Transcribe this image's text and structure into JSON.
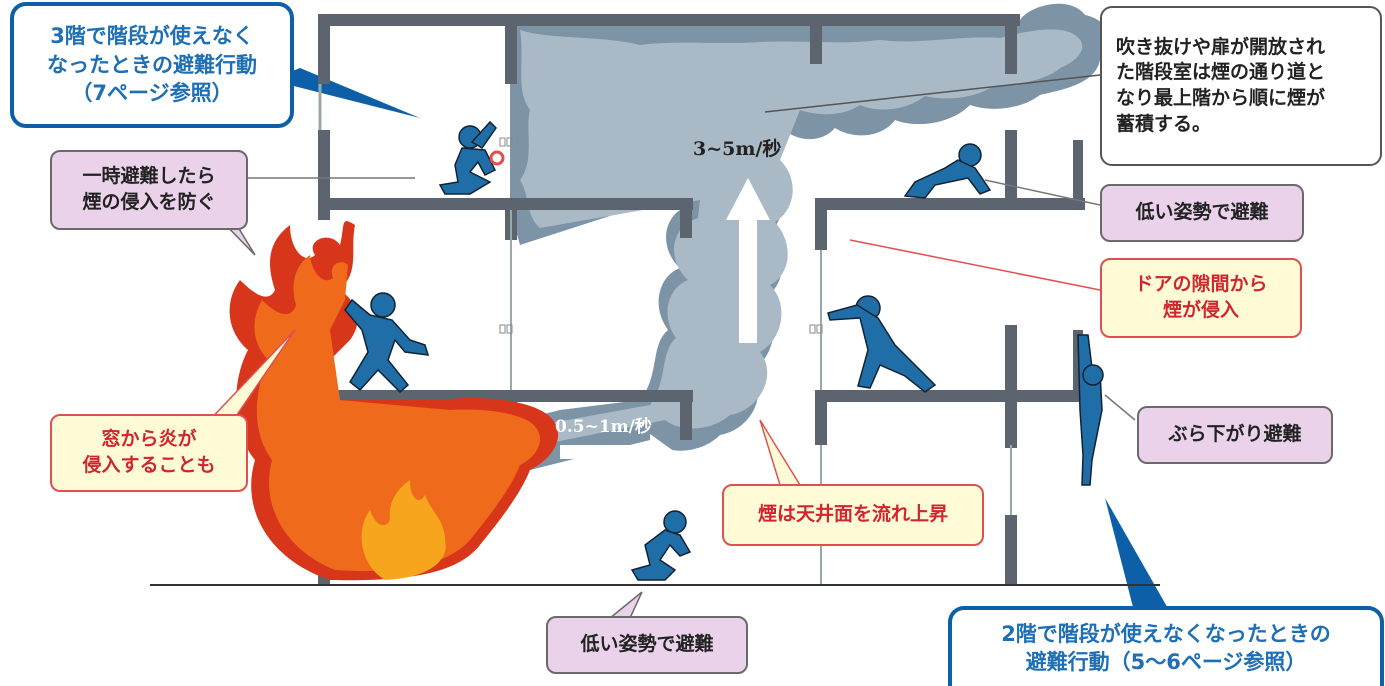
{
  "speeds": {
    "vertical": "3~5m/秒",
    "horizontal": "0.5~1m/秒"
  },
  "callouts": {
    "floor3_evacuation": [
      "3階で階段が使えなく",
      "なったときの避難行動",
      "（7ページ参照）"
    ],
    "floor2_evacuation": [
      "2階で階段が使えなくなったときの",
      "避難行動（5～6ページ参照）"
    ],
    "open_stairwell": [
      "吹き抜けや扉が開放され",
      "た階段室は煙の通り道と",
      "なり最上階から順に煙が",
      "蓄積する。"
    ],
    "temporary_evacuation": [
      "一時避難したら",
      "煙の侵入を防ぐ"
    ],
    "low_posture_upper": "低い姿勢で避難",
    "low_posture_ground": "低い姿勢で避難",
    "hanging_evacuation": "ぶら下がり避難",
    "door_gap_smoke": [
      "ドアの隙間から",
      "煙が侵入"
    ],
    "window_fire": [
      "窓から炎が",
      "侵入することも"
    ],
    "smoke_ceiling": "煙は天井面を流れ上昇"
  },
  "colors": {
    "wall": "#5c6470",
    "smoke_light": "#a9bac6",
    "smoke_dark": "#7d94a6",
    "fire_orange": "#f06a1c",
    "fire_red": "#d8361a",
    "fire_yellow": "#f7a51d",
    "figure": "#1f6ea8",
    "callout_blue": "#0d5fa8",
    "callout_pink": "#e9d2ea",
    "callout_yellow": "#fffbd6",
    "text_red": "#d0262f"
  }
}
